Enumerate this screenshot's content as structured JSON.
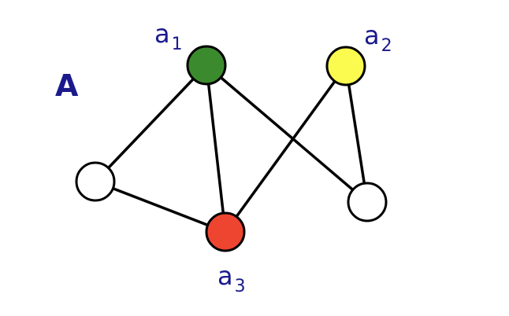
{
  "panel_label": "A",
  "colors": {
    "label": "#1a1a8c",
    "green": "#3c8a2e",
    "yellow": "#fbfb4f",
    "red": "#ee4530",
    "white": "#ffffff"
  },
  "nodes": [
    {
      "id": "a1",
      "label": "a",
      "sub": "1",
      "color": "green"
    },
    {
      "id": "a2",
      "label": "a",
      "sub": "2",
      "color": "yellow"
    },
    {
      "id": "a3",
      "label": "a",
      "sub": "3",
      "color": "red"
    },
    {
      "id": "left",
      "label": "",
      "sub": "",
      "color": "white"
    },
    {
      "id": "right",
      "label": "",
      "sub": "",
      "color": "white"
    }
  ],
  "edges": [
    [
      "a1",
      "left"
    ],
    [
      "a1",
      "a3"
    ],
    [
      "a1",
      "right"
    ],
    [
      "left",
      "a3"
    ],
    [
      "a2",
      "a3"
    ],
    [
      "a2",
      "right"
    ]
  ]
}
